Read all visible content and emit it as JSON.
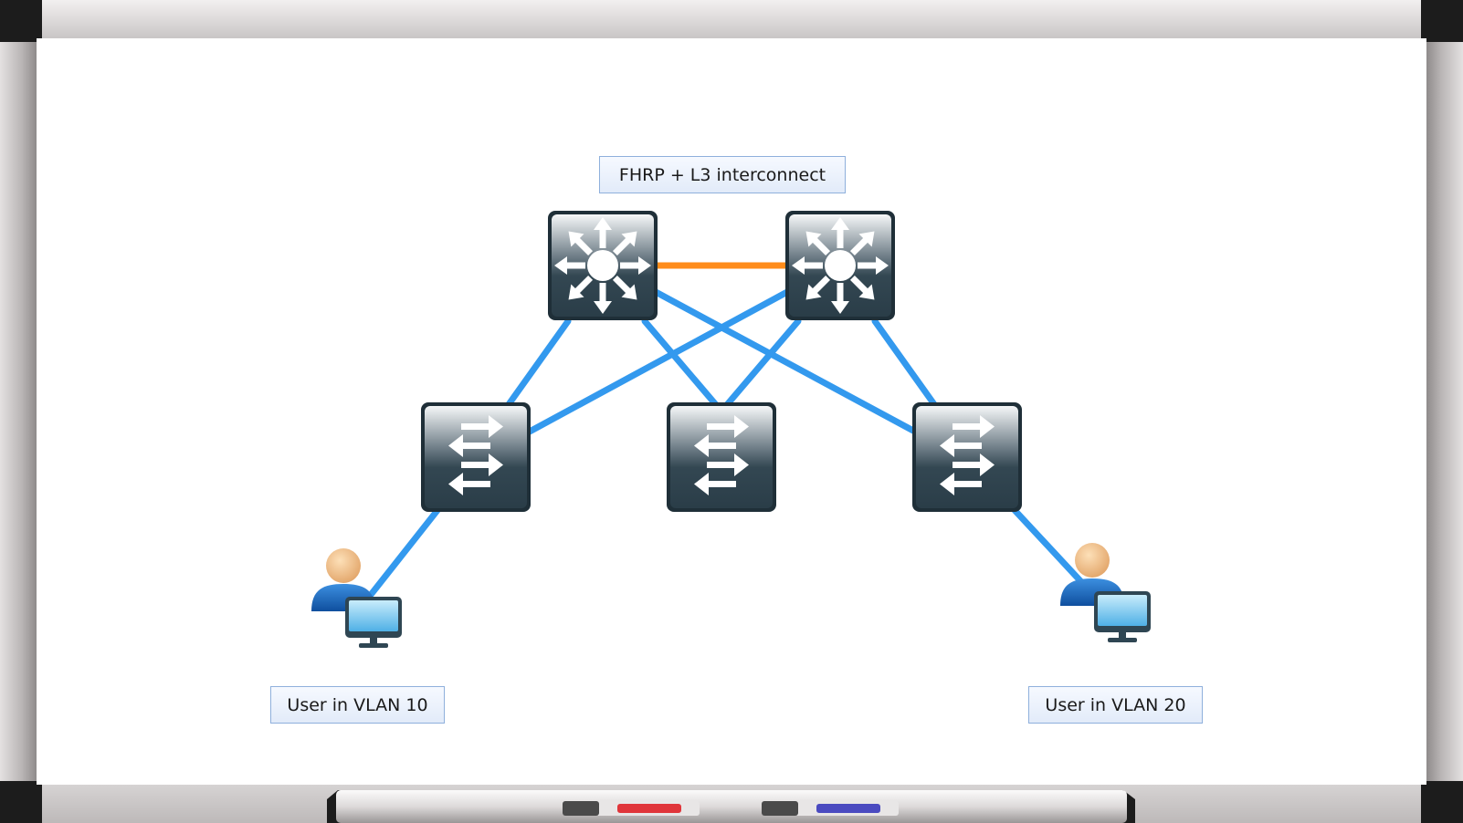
{
  "diagram": {
    "labels": {
      "fhrp": "FHRP + L3 interconnect",
      "user_left": "User in VLAN 10",
      "user_right": "User in VLAN 20"
    },
    "devices": {
      "core": [
        "core-switch-left",
        "core-switch-right"
      ],
      "access": [
        "access-switch-left",
        "access-switch-center",
        "access-switch-right"
      ],
      "hosts": [
        "user-vlan-10",
        "user-vlan-20"
      ]
    },
    "links": [
      {
        "from": "core-switch-left",
        "to": "core-switch-right",
        "type": "l3-interconnect"
      },
      {
        "from": "core-switch-left",
        "to": "access-switch-left",
        "type": "trunk"
      },
      {
        "from": "core-switch-left",
        "to": "access-switch-center",
        "type": "trunk"
      },
      {
        "from": "core-switch-left",
        "to": "access-switch-right",
        "type": "trunk"
      },
      {
        "from": "core-switch-right",
        "to": "access-switch-left",
        "type": "trunk"
      },
      {
        "from": "core-switch-right",
        "to": "access-switch-center",
        "type": "trunk"
      },
      {
        "from": "core-switch-right",
        "to": "access-switch-right",
        "type": "trunk"
      },
      {
        "from": "access-switch-left",
        "to": "user-vlan-10",
        "type": "access"
      },
      {
        "from": "access-switch-right",
        "to": "user-vlan-20",
        "type": "access"
      }
    ],
    "colors": {
      "trunk": "#3399ee",
      "l3_interconnect": "#ff8c1a",
      "device": "#2a3f4b",
      "marker_red": "#e0353a",
      "marker_blue": "#4a4ac0"
    },
    "icons": {
      "core": "multilayer-switch-icon",
      "access": "workgroup-switch-icon",
      "user": "user-workstation-icon",
      "marker": "marker-pen-icon"
    }
  }
}
